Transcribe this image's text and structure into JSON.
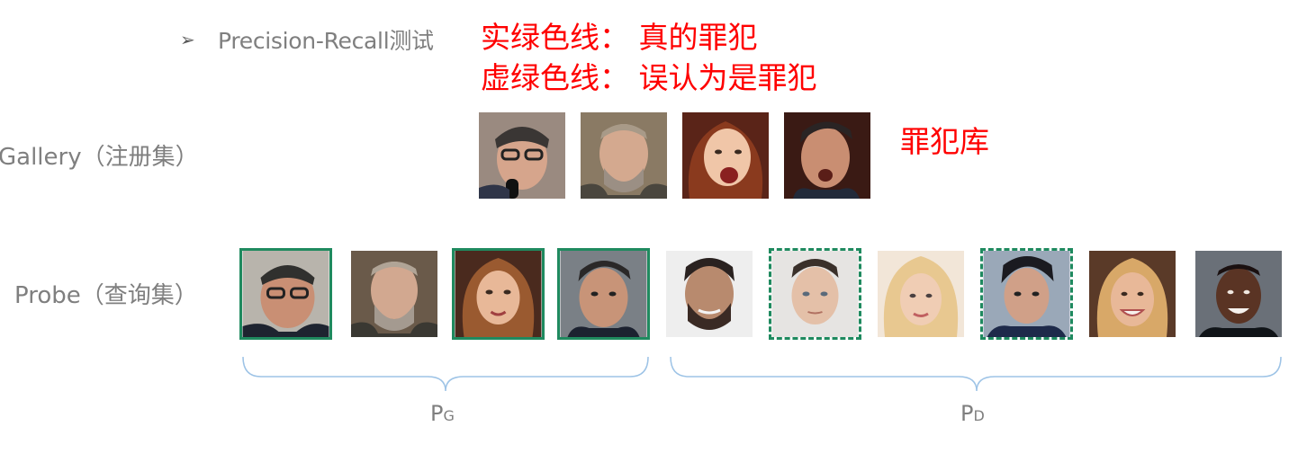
{
  "bullet": {
    "marker": "➢",
    "text": "Precision-Recall测试"
  },
  "legend": {
    "solid_line": "实绿色线：  真的罪犯",
    "dashed_line": "虚绿色线：  误认为是罪犯"
  },
  "rows": {
    "gallery_label": "Gallery（注册集）",
    "probe_label": "Probe（查询集）",
    "database_label": "罪犯库"
  },
  "sets": {
    "pg_main": "P",
    "pg_sub": "G",
    "pd_main": "P",
    "pd_sub": "D"
  },
  "colors": {
    "legend_red": "#ff0000",
    "box_green": "#1f8a5f",
    "label_gray": "#7f7f7f",
    "brace_blue": "#9dc3e6"
  },
  "gallery_faces": [
    {
      "name": "face-old-man-glasses"
    },
    {
      "name": "face-bearded-man"
    },
    {
      "name": "face-woman-shouting"
    },
    {
      "name": "face-man-open-mouth"
    }
  ],
  "probe_faces": [
    {
      "name": "face-old-man-glasses",
      "box": "solid"
    },
    {
      "name": "face-bearded-man",
      "box": "none"
    },
    {
      "name": "face-woman-brown-hair",
      "box": "solid"
    },
    {
      "name": "face-man-dark-hair",
      "box": "solid"
    },
    {
      "name": "face-man-beard-dark",
      "box": "none"
    },
    {
      "name": "face-young-man",
      "box": "dashed"
    },
    {
      "name": "face-blonde-woman",
      "box": "none"
    },
    {
      "name": "face-young-man-dark-hair",
      "box": "dashed"
    },
    {
      "name": "face-smiling-woman",
      "box": "none"
    },
    {
      "name": "face-smiling-man",
      "box": "none"
    }
  ]
}
